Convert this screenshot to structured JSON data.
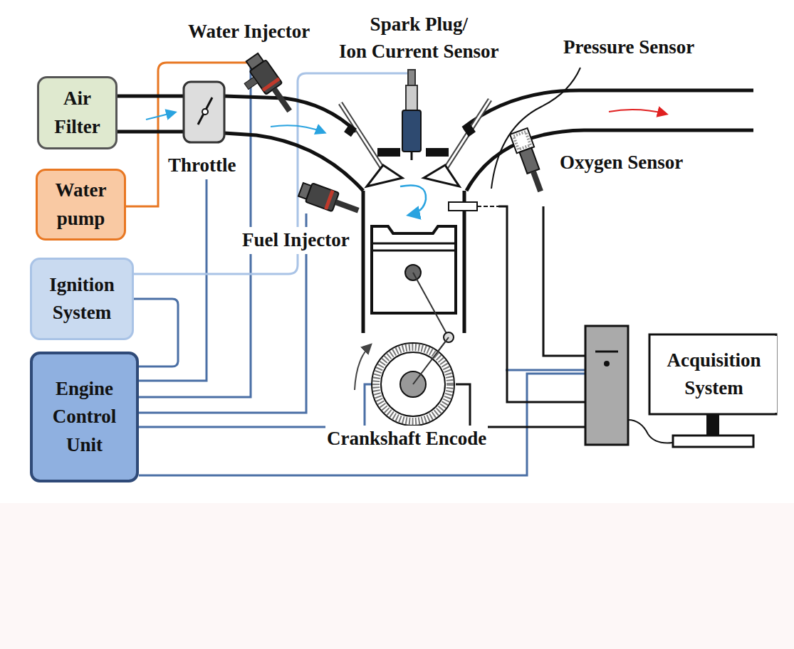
{
  "diagram": {
    "nodes": [
      {
        "text": [
          "Air Filter"
        ]
      },
      {
        "text": [
          "Water pump"
        ]
      },
      {
        "text": [
          "Ignition System"
        ]
      },
      {
        "text": [
          "Engine Control Unit"
        ]
      },
      {
        "text": [
          "Acquisition System"
        ]
      }
    ],
    "edges": [
      {
        "from": 2,
        "to": 3,
        "arrow": "none"
      }
    ],
    "labels": [
      "Water Injector",
      "Spark Plug/ Ion Current Sensor",
      "Pressure Sensor",
      "Throttle",
      "Oxygen Sensor",
      "Fuel Injector",
      "Crankshaft Encode"
    ]
  }
}
